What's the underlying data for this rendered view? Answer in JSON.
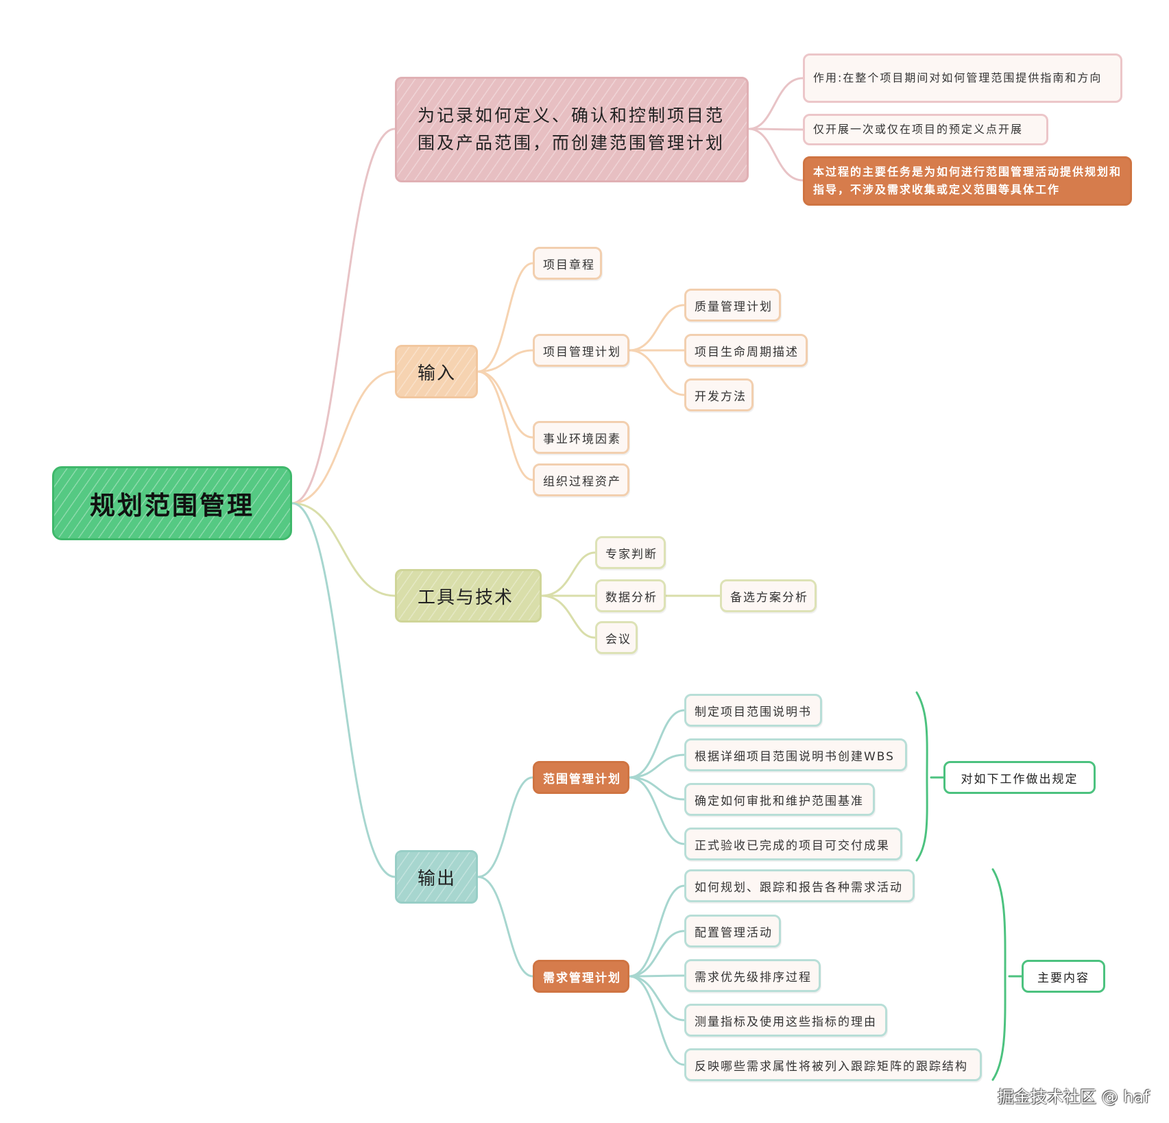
{
  "root": {
    "label": "规划范围管理"
  },
  "purpose": {
    "label": "为记录如何定义、确认和控制项目范围及产品范围，而创建范围管理计划",
    "notes": [
      "作用:在整个项目期间对如何管理范围提供指南和方向",
      "仅开展一次或仅在项目的预定义点开展",
      "本过程的主要任务是为如何进行范围管理活动提供规划和指导，不涉及需求收集或定义范围等具体工作"
    ]
  },
  "inputs": {
    "label": "输入",
    "items": [
      "项目章程",
      "项目管理计划",
      "事业环境因素",
      "组织过程资产"
    ],
    "plan_children": [
      "质量管理计划",
      "项目生命周期描述",
      "开发方法"
    ]
  },
  "tools": {
    "label": "工具与技术",
    "items": [
      "专家判断",
      "数据分析",
      "会议"
    ],
    "analysis_child": "备选方案分析"
  },
  "outputs": {
    "label": "输出",
    "scope_plan": {
      "label": "范围管理计划",
      "items": [
        "制定项目范围说明书",
        "根据详细项目范围说明书创建WBS",
        "确定如何审批和维护范围基准",
        "正式验收已完成的项目可交付成果"
      ],
      "summary": "对如下工作做出规定"
    },
    "req_plan": {
      "label": "需求管理计划",
      "items": [
        "如何规划、跟踪和报告各种需求活动",
        "配置管理活动",
        "需求优先级排序过程",
        "测量指标及使用这些指标的理由",
        "反映哪些需求属性将被列入跟踪矩阵的跟踪结构"
      ],
      "summary": "主要内容"
    }
  },
  "watermark": "掘金技术社区 @ haf",
  "colors": {
    "root": "#55c983",
    "purpose": "#e7bfc2",
    "inputs": "#f6d3b1",
    "tools": "#d9deaa",
    "outputs": "#a7d6cf",
    "highlight": "#d67c4c",
    "summary_border": "#4cc27f"
  }
}
